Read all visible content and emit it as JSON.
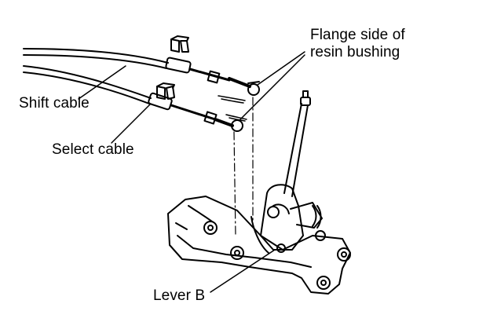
{
  "labels": {
    "flange_line1": "Flange side of",
    "flange_line2": "resin bushing",
    "shift_cable": "Shift cable",
    "select_cable": "Select cable",
    "lever_b": "Lever B"
  },
  "colors": {
    "ink": "#000000",
    "paper": "#ffffff"
  }
}
